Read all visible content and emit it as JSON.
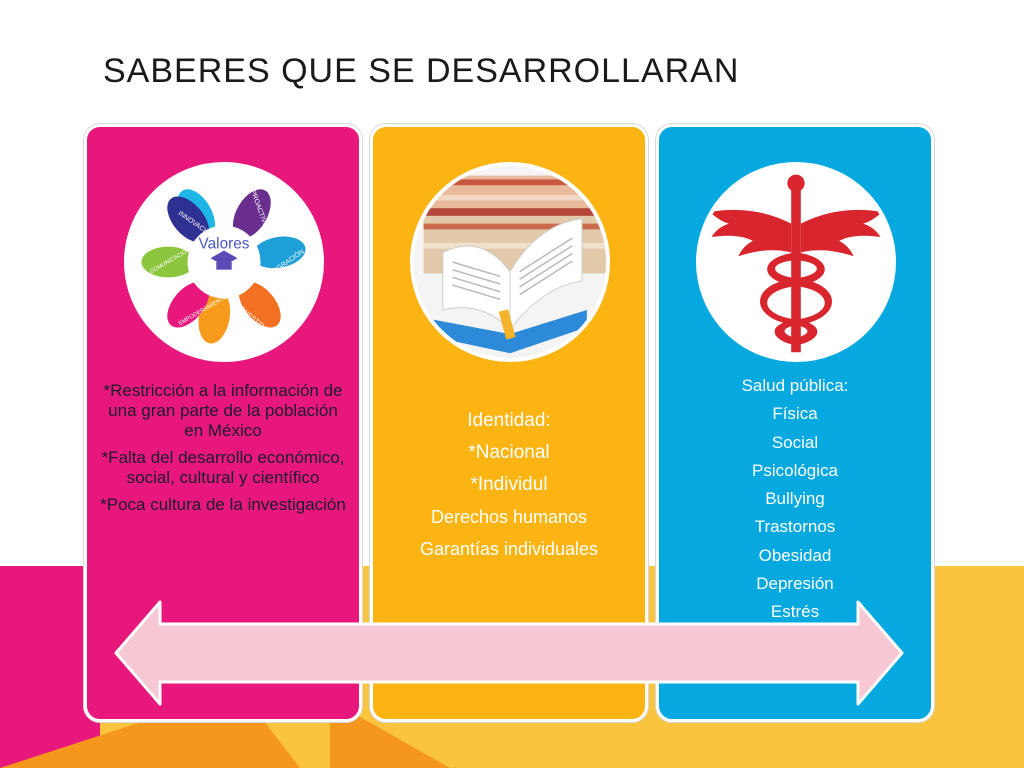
{
  "title": "SABERES QUE SE DESARROLLARAN",
  "colors": {
    "magenta": "#e8177c",
    "yellow": "#fbb412",
    "blue": "#05a9e0",
    "arrow": "#f7c7d3",
    "caduceus_red": "#d9262e"
  },
  "panels": [
    {
      "image": "values-hands-circle",
      "image_text": {
        "center": "Valores",
        "words": [
          "INNOVACIÓN",
          "PROACTIVIDAD",
          "COMUNICACIÓN",
          "INTEGRACIÓN",
          "EMPODERAMIENTO",
          "HONESTIDAD"
        ]
      },
      "lines": [
        "*Restricción a la información de una gran parte de la población en México",
        "*Falta del desarrollo económico, social, cultural y científico",
        "*Poca cultura de la investigación"
      ]
    },
    {
      "image": "open-book-on-books",
      "lines": [
        "Identidad:",
        "*Nacional",
        "*Individul",
        "Derechos humanos",
        "Garantías individuales"
      ]
    },
    {
      "image": "caduceus-symbol",
      "lines": [
        "Salud pública:",
        "Física",
        "Social",
        "Psicológica",
        "Bullying",
        "Trastornos",
        "Obesidad",
        "Depresión",
        "Estrés"
      ]
    }
  ],
  "arrow": {
    "icon": "double-headed-arrow"
  }
}
